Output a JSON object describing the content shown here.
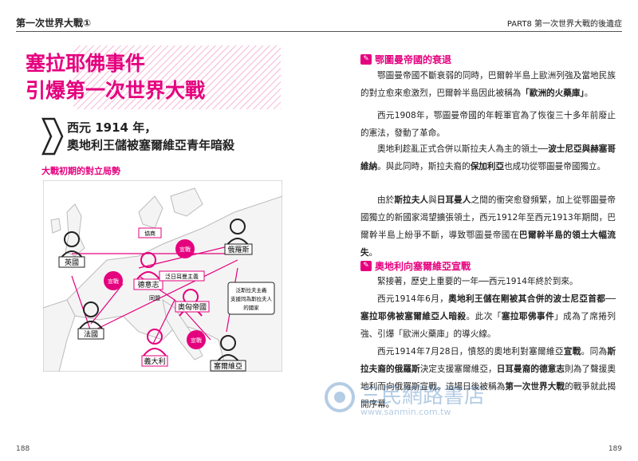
{
  "header": {
    "left": "第一次世界大戰①",
    "right": "PART8 第一次世界大戰的後遺症"
  },
  "page_numbers": {
    "left": "188",
    "right": "189"
  },
  "title": {
    "line1": "塞拉耶佛事件",
    "line2": "引爆第一次世界大戰"
  },
  "subtitle": {
    "line1": "西元 1914 年，",
    "line2": "奧地利王儲被塞爾維亞青年暗殺"
  },
  "map": {
    "title": "大戰初期的對立局勢",
    "labels": {
      "britain": "英國",
      "russia": "俄羅斯",
      "france": "法國",
      "germany": "德意志",
      "austria": "奧匈帝國",
      "italy": "義大利",
      "serbia": "塞爾維亞",
      "declare": "宣戰",
      "entente": "協商",
      "alliance": "同盟",
      "pangerman": "泛日耳曼主義",
      "panslav": [
        "泛斯拉夫主義",
        "支援同為斯拉夫人",
        "的國家"
      ]
    }
  },
  "sections": [
    {
      "heading": "鄂圖曼帝國的衰退",
      "paras": [
        [
          "鄂圖曼帝國不斷衰弱的同時，巴爾幹半島上歐洲列強及當地民族的對立愈來愈激烈，巴爾幹半島因此被稱為",
          "「歐洲的火藥庫」",
          "。"
        ],
        [
          "西元1908年，鄂圖曼帝國的年輕軍官為了恢復三十多年前廢止的憲法，發動了革命。"
        ],
        [
          "奧地利趁亂正式合併以斯拉夫人為主的領土──",
          "波士尼亞與赫塞哥維納",
          "。與此同時，斯拉夫裔的",
          "保加利亞",
          "也成功從鄂圖曼帝國獨立。"
        ],
        [
          "由於",
          "斯拉夫人",
          "與",
          "日耳曼人",
          "之間的衝突愈發頻繁，加上從鄂圖曼帝國獨立的新國家渴望擴張領土，西元1912年至西元1913年期間，巴爾幹半島上紛爭不斷，導致鄂圖曼帝國在",
          "巴爾幹半島的領土大幅流失",
          "。"
        ]
      ]
    },
    {
      "heading": "奧地利向塞爾維亞宣戰",
      "paras": [
        [
          "緊接著，歷史上重要的一年──西元1914年終於到來。"
        ],
        [
          "西元1914年6月，",
          "奧地利王儲在剛被其合併的波士尼亞首都──塞拉耶佛被塞爾維亞人暗殺",
          "。此次「",
          "塞拉耶佛事件",
          "」成為了席捲列強、引爆「歐洲火藥庫」的導火線。"
        ],
        [
          "西元1914年7月28日，憤怒的奧地利對塞爾維亞",
          "宣戰",
          "。同為",
          "斯拉夫裔的俄羅斯",
          "決定支援塞爾維亞，",
          "日耳曼裔的德意志",
          "則為了聲援奧地利而向俄羅斯宣戰。這場日後被稱為",
          "第一次世界大戰",
          "的戰爭就此揭開序幕。"
        ]
      ]
    }
  ],
  "watermark": {
    "cn": "三民網路書店",
    "url": "www.sanmin.com.tw"
  },
  "colors": {
    "accent": "#e5007e"
  }
}
